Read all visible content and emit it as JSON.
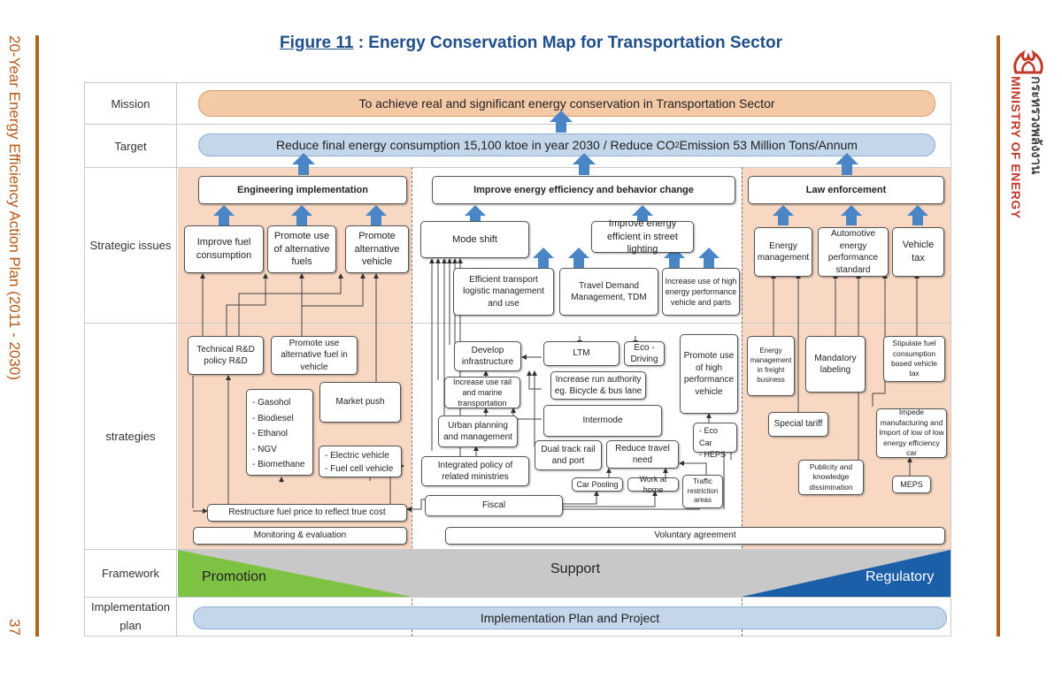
{
  "side": {
    "running_title": "20-Year Energy Efficiency Action Plan (2011 - 2030)",
    "page_number": "37"
  },
  "logo": {
    "thai": "กระทรวงพลังงาน",
    "english": "MINISTRY OF ENERGY"
  },
  "figure_title": {
    "label": "Figure 11",
    "text": " : Energy Conservation Map for Transportation Sector"
  },
  "rows": {
    "mission": "Mission",
    "target": "Target",
    "strategic_issues": "Strategic issues",
    "strategies": "strategies",
    "framework": "Framework",
    "implementation_1": "Implementation",
    "implementation_2": "plan"
  },
  "mission_text": "To achieve real and significant energy conservation in Transportation Sector",
  "target_text": {
    "part1": "Reduce final energy consumption 15,100 ktoe  in year 2030 / Reduce CO",
    "sub": "2",
    "part2": " Emission 53 Million Tons/Annum"
  },
  "left": {
    "head": "Engineering implementation",
    "issue1": "Improve fuel consumption",
    "issue2": "Promote use of alternative fuels",
    "issue3": "Promote alternative vehicle",
    "rnd": "Technical R&D policy R&D",
    "alt_fuel": "Promote use alternative fuel in vehicle",
    "market_push": "Market push",
    "fuels": [
      "- Gasohol",
      "- Biodiesel",
      "- Ethanol",
      "- NGV",
      "- Biomethane"
    ],
    "vehicles": [
      "- Electric vehicle",
      "- Fuel cell vehicle"
    ],
    "restructure": "Restructure fuel price to reflect true cost",
    "monitoring": "Monitoring & evaluation"
  },
  "middle": {
    "head": "Improve energy efficiency and behavior change",
    "mode_shift": "Mode shift",
    "street_light": "Improve energy efficient in street lighting",
    "logistic": "Efficient transport logistic management and use",
    "tdm": "Travel Demand Management, TDM",
    "high_perf_parts": "Increase use of high energy performance vehicle and parts",
    "develop_infra": "Develop infrastructure",
    "ltm": "LTM",
    "eco_driving": "Eco - Driving",
    "rail_marine": "Increase use rail and marine transportation",
    "run_authority": "Increase run authority eg. Bicycle & bus lane",
    "promote_high_perf": "Promote use of high performance vehicle",
    "urban_planning": "Urban planning and management",
    "intermode": "Intermode",
    "eco_car": [
      "- Eco Car",
      "- HEPS"
    ],
    "integrated": "Integrated policy of related ministries",
    "dual_track": "Dual track rail and port",
    "reduce_travel": "Reduce travel need",
    "car_pooling": "Car Pooling",
    "work_home": "Work at home",
    "traffic": "Traffic restriction areas",
    "fiscal": "Fiscal",
    "voluntary": "Voluntary agreement"
  },
  "right": {
    "head": "Law enforcement",
    "energy_mgmt": "Energy management",
    "auto_std": "Automotive energy performance standard",
    "vehicle_tax": "Vehicle tax",
    "freight": "Energy management in freight business",
    "mandatory": "Mandatory labeling",
    "stipulate": "Stipulate fuel consumption based vehicle tax",
    "special_tariff": "Special tariff",
    "impede": "Impede manufacturing and Import of low of low energy efficiency car",
    "publicity": "Publicity and knowledge dissimination",
    "meps": "MEPS"
  },
  "framework": {
    "promotion": "Promotion",
    "support": "Support",
    "regulatory": "Regulatory"
  },
  "implementation_text": "Implementation Plan and Project",
  "colors": {
    "peach": "#f8d8c2",
    "arrow_blue": "#4a86c5",
    "green": "#7dc242",
    "regulatory_blue": "#1a5fa8",
    "title_blue": "#1f4e8a",
    "brand_brown": "#b2631e"
  }
}
